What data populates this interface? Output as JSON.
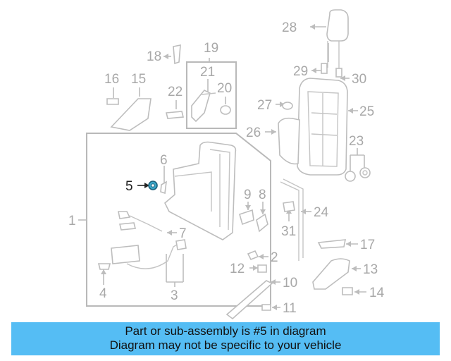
{
  "diagram": {
    "labels": {
      "p1": "1",
      "p2": "2",
      "p3": "3",
      "p4": "4",
      "p5": "5",
      "p6": "6",
      "p7": "7",
      "p8": "8",
      "p9": "9",
      "p10": "10",
      "p11": "11",
      "p12": "12",
      "p13": "13",
      "p14": "14",
      "p15": "15",
      "p16": "16",
      "p17": "17",
      "p18": "18",
      "p19": "19",
      "p20": "20",
      "p21": "21",
      "p22": "22",
      "p23": "23",
      "p24": "24",
      "p25": "25",
      "p26": "26",
      "p27": "27",
      "p28": "28",
      "p29": "29",
      "p30": "30",
      "p31": "31"
    },
    "highlight_part": "5",
    "colors": {
      "line": "#b9b9b9",
      "label": "#a8a8a8",
      "highlight_label": "#222222",
      "highlight_part": "#3aa6c8",
      "banner_bg": "#55bdf4"
    }
  },
  "banner": {
    "line1": "Part or sub-assembly is #5 in diagram",
    "line2": "Diagram may not be specific to your vehicle"
  }
}
